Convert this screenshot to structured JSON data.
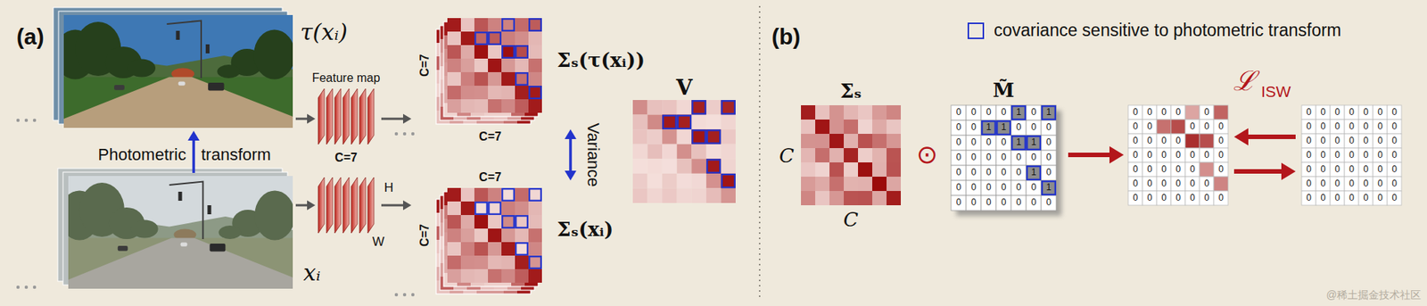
{
  "diagram": {
    "nodes": [
      {
        "text": [
          "τ(xᵢ)"
        ]
      },
      {
        "text": [
          "xᵢ"
        ]
      },
      {
        "text": [
          "Feature map",
          "C=7"
        ]
      },
      {
        "text": [
          "H",
          "W"
        ]
      },
      {
        "text": [
          "C=7",
          "C=7",
          "Σₛ(τ(xᵢ))"
        ]
      },
      {
        "text": [
          "C=7",
          "C=7",
          "Σₛ(xᵢ)"
        ]
      },
      {
        "text": [
          "V"
        ]
      },
      {
        "text": [
          "Σₛ",
          "C",
          "C"
        ]
      },
      {
        "text": [
          "M̃",
          "0",
          "0",
          "0",
          "0",
          "1",
          "0",
          "1",
          "0",
          "0",
          "1",
          "1",
          "0",
          "0",
          "0",
          "0",
          "0",
          "0",
          "0",
          "1",
          "1",
          "0",
          "0",
          "0",
          "0",
          "0",
          "0",
          "0",
          "0",
          "0",
          "0",
          "0",
          "0",
          "0",
          "1",
          "0",
          "0",
          "0",
          "0",
          "0",
          "0",
          "0",
          "1",
          "0",
          "0",
          "0",
          "0",
          "0",
          "0",
          "0"
        ]
      },
      {
        "text": [
          "0",
          "0",
          "0",
          "0",
          "0",
          "0",
          "0",
          "0",
          "0",
          "0",
          "0",
          "0",
          "0",
          "0",
          "0",
          "0",
          "0",
          "0",
          "0",
          "0",
          "0",
          "0",
          "0",
          "0",
          "0",
          "0",
          "0",
          "0",
          "0",
          "0",
          "0",
          "0",
          "0",
          "0",
          "0",
          "0",
          "0",
          "0",
          "0",
          "0",
          "0"
        ]
      },
      {
        "text": [
          "0",
          "0",
          "0",
          "0",
          "0",
          "0",
          "0",
          "0",
          "0",
          "0",
          "0",
          "0",
          "0",
          "0",
          "0",
          "0",
          "0",
          "0",
          "0",
          "0",
          "0",
          "0",
          "0",
          "0",
          "0",
          "0",
          "0",
          "0",
          "0",
          "0",
          "0",
          "0",
          "0",
          "0",
          "0",
          "0",
          "0",
          "0",
          "0",
          "0",
          "0",
          "0",
          "0",
          "0",
          "0",
          "0",
          "0",
          "0",
          "0"
        ]
      }
    ],
    "edges": [
      {
        "from": 1,
        "to": 0,
        "arrow": "to"
      },
      {
        "from": 0,
        "to": 2,
        "arrow": "to"
      },
      {
        "from": 1,
        "to": 3,
        "arrow": "to"
      },
      {
        "from": 2,
        "to": 4,
        "arrow": "to"
      },
      {
        "from": 3,
        "to": 5,
        "arrow": "to"
      },
      {
        "from": 4,
        "to": 5,
        "arrow": "both",
        "label": "Variance"
      },
      {
        "from": 8,
        "to": 9,
        "arrow": "to"
      },
      {
        "from": 10,
        "to": 9,
        "arrow": "to"
      },
      {
        "from": 9,
        "to": 10,
        "arrow": "to"
      }
    ],
    "labels": [
      "(a)",
      "Photometric",
      "transform",
      "(b)",
      "⊙",
      "ℒ",
      "ISW",
      "@稀土掘金技术社区"
    ],
    "legend": [
      {
        "text": "covariance sensitive to photometric transform"
      }
    ]
  }
}
